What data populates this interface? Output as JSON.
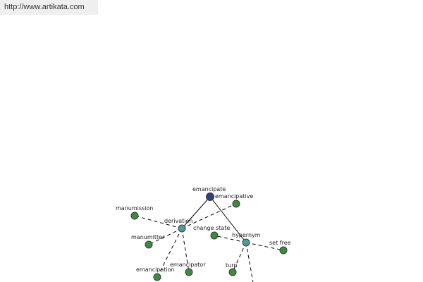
{
  "header": {
    "url": "http://www.artikata.com"
  },
  "graph": {
    "colors": {
      "root": "#2f3f7f",
      "relation": "#4f9b9b",
      "leaf": "#3f8a3f"
    },
    "nodes": [
      {
        "id": "emancipate",
        "label": "emancipate",
        "kind": "root"
      },
      {
        "id": "derivation",
        "label": "derivation",
        "kind": "relation"
      },
      {
        "id": "hypernym",
        "label": "hypernym",
        "kind": "relation"
      },
      {
        "id": "emancipative",
        "label": "emancipative",
        "kind": "leaf"
      },
      {
        "id": "manumission",
        "label": "manumission",
        "kind": "leaf"
      },
      {
        "id": "manumitter",
        "label": "manumitter",
        "kind": "leaf"
      },
      {
        "id": "emancipation",
        "label": "emancipation",
        "kind": "leaf"
      },
      {
        "id": "emancipator",
        "label": "emancipator",
        "kind": "leaf"
      },
      {
        "id": "change-state",
        "label": "change state",
        "kind": "leaf"
      },
      {
        "id": "set-free",
        "label": "set free",
        "kind": "leaf"
      },
      {
        "id": "turn",
        "label": "turn",
        "kind": "leaf"
      }
    ],
    "edges": [
      {
        "from": "emancipate",
        "to": "derivation",
        "style": "solid"
      },
      {
        "from": "emancipate",
        "to": "hypernym",
        "style": "solid"
      },
      {
        "from": "derivation",
        "to": "emancipative",
        "style": "dashed"
      },
      {
        "from": "derivation",
        "to": "manumission",
        "style": "dashed"
      },
      {
        "from": "derivation",
        "to": "manumitter",
        "style": "dashed"
      },
      {
        "from": "derivation",
        "to": "emancipation",
        "style": "dashed"
      },
      {
        "from": "derivation",
        "to": "emancipator",
        "style": "dashed"
      },
      {
        "from": "hypernym",
        "to": "change-state",
        "style": "dashed"
      },
      {
        "from": "hypernym",
        "to": "set-free",
        "style": "dashed"
      },
      {
        "from": "hypernym",
        "to": "turn",
        "style": "dashed"
      },
      {
        "from": "hypernym",
        "to": "offscreen",
        "style": "dashed"
      }
    ]
  }
}
